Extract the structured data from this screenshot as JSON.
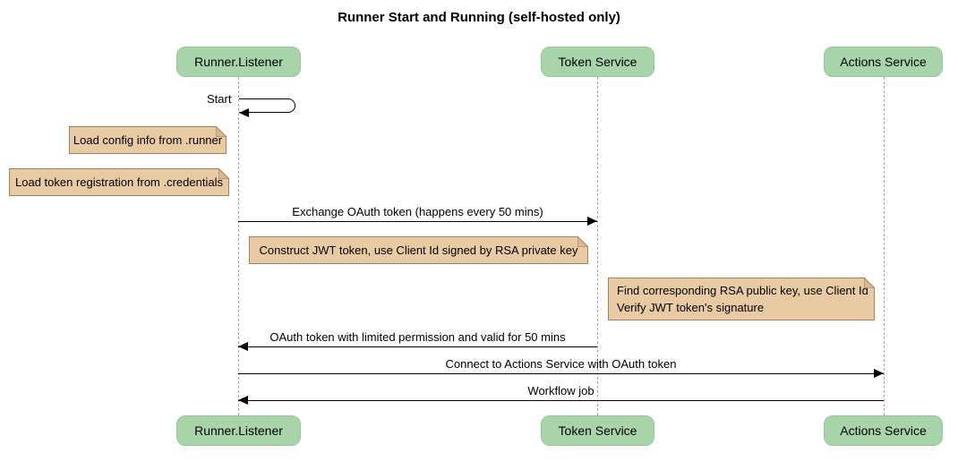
{
  "title": "Runner Start and Running (self-hosted only)",
  "actors": [
    {
      "id": "runner-listener",
      "label": "Runner.Listener"
    },
    {
      "id": "token-service",
      "label": "Token Service"
    },
    {
      "id": "actions-service",
      "label": "Actions Service"
    }
  ],
  "messages": [
    {
      "type": "self",
      "from": "Runner.Listener",
      "to": "Runner.Listener",
      "label": "Start"
    },
    {
      "type": "arrow",
      "from": "Runner.Listener",
      "to": "Token Service",
      "label": "Exchange OAuth token (happens every 50 mins)"
    },
    {
      "type": "arrow",
      "from": "Token Service",
      "to": "Runner.Listener",
      "label": "OAuth token with limited permission and valid for 50 mins"
    },
    {
      "type": "arrow",
      "from": "Runner.Listener",
      "to": "Actions Service",
      "label": "Connect to Actions Service with OAuth token"
    },
    {
      "type": "arrow",
      "from": "Actions Service",
      "to": "Runner.Listener",
      "label": "Workflow job"
    }
  ],
  "notes": [
    {
      "position": "left of Runner.Listener",
      "text": "Load config info from .runner"
    },
    {
      "position": "left of Runner.Listener",
      "text": "Load token registration from .credentials"
    },
    {
      "position": "over Runner.Listener and Token Service",
      "text": "Construct JWT token, use Client Id signed by RSA private key"
    },
    {
      "position": "left of Actions Service",
      "text": "Find corresponding RSA public key, use Client Id\nVerify JWT token's signature"
    }
  ],
  "colors": {
    "background": "#FFFFFF",
    "actor_fill": "#A7D5A9",
    "actor_border": "#97C79A",
    "note_fill": "#E9CBA3",
    "note_border": "#9C845C",
    "note_fold": "#DBB98E",
    "lifeline": "#A9A9A9",
    "message_line": "#000000",
    "text": "#000000"
  }
}
